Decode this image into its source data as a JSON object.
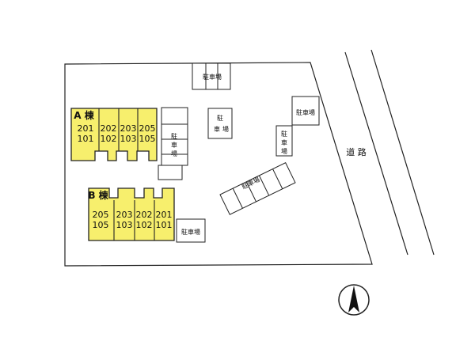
{
  "site": {
    "building_a": {
      "label": "A 棟",
      "units": [
        {
          "top": "201",
          "bottom": "101"
        },
        {
          "top": "202",
          "bottom": "102"
        },
        {
          "top": "203",
          "bottom": "103"
        },
        {
          "top": "205",
          "bottom": "105"
        }
      ]
    },
    "building_b": {
      "label": "B 棟",
      "units": [
        {
          "top": "205",
          "bottom": "105"
        },
        {
          "top": "203",
          "bottom": "103"
        },
        {
          "top": "202",
          "bottom": "102"
        },
        {
          "top": "201",
          "bottom": "101"
        }
      ]
    },
    "parking_label": "駐車場",
    "parking_label_v1": "駐",
    "parking_label_v2": "車",
    "parking_label_v3": "場",
    "road_label": "道 路"
  },
  "colors": {
    "building_fill": "#f7ef6d",
    "stroke": "#222222",
    "compass_fill": "#111111"
  }
}
